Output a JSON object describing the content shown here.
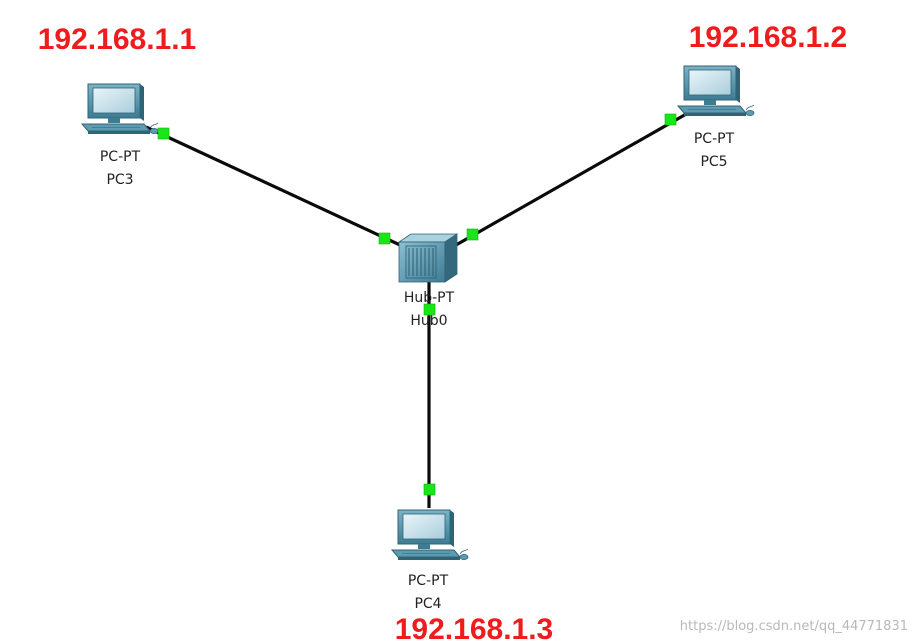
{
  "devices": {
    "pc3": {
      "type_label": "PC-PT",
      "name": "PC3",
      "ip": "192.168.1.1"
    },
    "pc5": {
      "type_label": "PC-PT",
      "name": "PC5",
      "ip": "192.168.1.2"
    },
    "pc4": {
      "type_label": "PC-PT",
      "name": "PC4",
      "ip": "192.168.1.3"
    },
    "hub0": {
      "type_label": "Hub-PT",
      "name": "Hub0"
    }
  },
  "watermark": "https://blog.csdn.net/qq_44771831",
  "colors": {
    "ip_text": "#ee1c1c",
    "link_light": "#19e619",
    "cable": "#0a0a0a",
    "pc_body": "#4c8ea5",
    "hub_body": "#5d95aa"
  },
  "icons": {
    "pc": "desktop-computer-icon",
    "hub": "network-hub-icon"
  }
}
